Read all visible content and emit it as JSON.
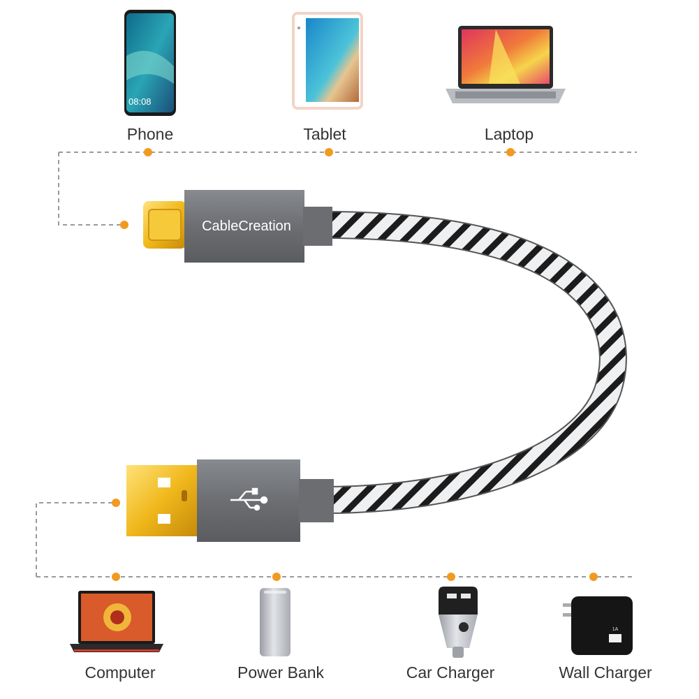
{
  "top_devices": [
    {
      "label": "Phone",
      "icon": "phone-icon"
    },
    {
      "label": "Tablet",
      "icon": "tablet-icon"
    },
    {
      "label": "Laptop",
      "icon": "laptop-icon"
    }
  ],
  "bottom_devices": [
    {
      "label": "Computer",
      "icon": "gaming-laptop-icon"
    },
    {
      "label": "Power Bank",
      "icon": "power-bank-icon"
    },
    {
      "label": "Car Charger",
      "icon": "car-charger-icon"
    },
    {
      "label": "Wall Charger",
      "icon": "wall-charger-icon"
    }
  ],
  "cable": {
    "brand": "CableCreation",
    "usb_c_connector": "usb-c-connector",
    "usb_a_connector": "usb-a-connector",
    "usb_logo": "usb-icon"
  },
  "phone_screen": {
    "time": "08:08"
  },
  "wall_charger": {
    "port_label": "1A"
  },
  "colors": {
    "connector_dot": "#f29a1f",
    "dashed_line": "#999999",
    "housing": "#6f7175",
    "gold": "#f0c020"
  }
}
